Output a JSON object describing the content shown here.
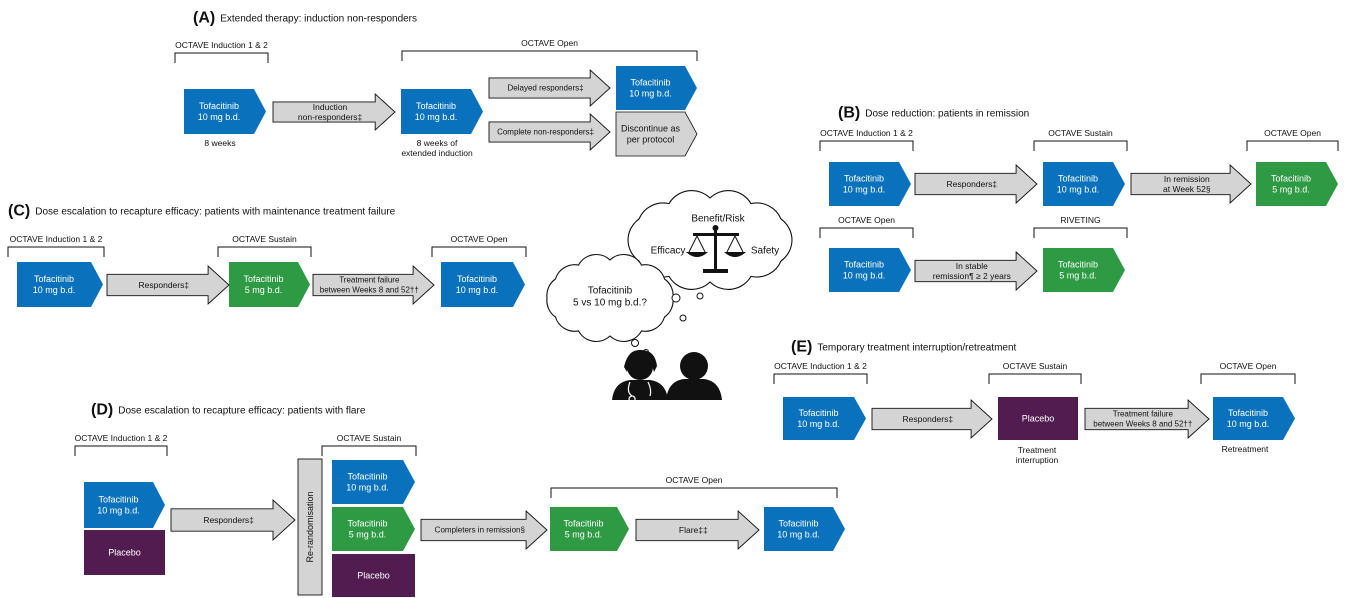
{
  "colors": {
    "blue": "#0a72bd",
    "green": "#2e9a44",
    "purple": "#521c50",
    "grey": "#d4d4d4",
    "stroke": "#111111"
  },
  "panelA": {
    "letter": "(A)",
    "title": "Extended therapy: induction non-responders",
    "ind": "OCTAVE Induction 1 & 2",
    "open": "OCTAVE Open",
    "tofa1": [
      "Tofacitinib",
      "10 mg b.d."
    ],
    "cap1": "8 weeks",
    "nonresp": [
      "Induction",
      "non-responders‡"
    ],
    "tofa2": [
      "Tofacitinib",
      "10 mg b.d."
    ],
    "cap2": [
      "8 weeks of",
      "extended induction"
    ],
    "delayed": "Delayed responders‡",
    "complete": "Complete non-responders‡",
    "tofa3": [
      "Tofacitinib",
      "10 mg b.d."
    ],
    "discontinue": [
      "Discontinue as",
      "per protocol"
    ]
  },
  "panelB": {
    "letter": "(B)",
    "title": "Dose reduction: patients in remission",
    "ind": "OCTAVE Induction 1 & 2",
    "sustain": "OCTAVE Sustain",
    "open": "OCTAVE Open",
    "tofa1": [
      "Tofacitinib",
      "10 mg b.d."
    ],
    "resp": "Responders‡",
    "tofa2": [
      "Tofacitinib",
      "10 mg b.d."
    ],
    "remission": [
      "In remission",
      "at Week 52§"
    ],
    "tofa3": [
      "Tofacitinib",
      "5 mg b.d."
    ],
    "open2": "OCTAVE Open",
    "riveting": "RIVETING",
    "tofa4": [
      "Tofacitinib",
      "10 mg b.d."
    ],
    "stable": [
      "In stable",
      "remission¶ ≥ 2 years"
    ],
    "tofa5": [
      "Tofacitinib",
      "5 mg b.d."
    ]
  },
  "panelC": {
    "letter": "(C)",
    "title": "Dose escalation to recapture efficacy: patients with maintenance treatment failure",
    "ind": "OCTAVE Induction 1 & 2",
    "sustain": "OCTAVE Sustain",
    "open": "OCTAVE Open",
    "tofa1": [
      "Tofacitinib",
      "10 mg b.d."
    ],
    "resp": "Responders‡",
    "tofa2": [
      "Tofacitinib",
      "5 mg b.d."
    ],
    "fail": [
      "Treatment failure",
      "between Weeks 8 and 52††"
    ],
    "tofa3": [
      "Tofacitinib",
      "10 mg b.d."
    ]
  },
  "panelD": {
    "letter": "(D)",
    "title": "Dose escalation to recapture efficacy: patients with flare",
    "ind": "OCTAVE Induction 1 & 2",
    "sustain": "OCTAVE Sustain",
    "open": "OCTAVE Open",
    "tofa1": [
      "Tofacitinib",
      "10 mg b.d."
    ],
    "placebo1": "Placebo",
    "resp": "Responders‡",
    "rerand": "Re-randomisation",
    "s1": [
      "Tofacitinib",
      "10 mg b.d."
    ],
    "s2": [
      "Tofacitinib",
      "5 mg b.d."
    ],
    "s3": "Placebo",
    "completers": "Completers in remission§",
    "tofa2": [
      "Tofacitinib",
      "5 mg b.d."
    ],
    "flare": "Flare‡‡",
    "tofa3": [
      "Tofacitinib",
      "10 mg b.d."
    ]
  },
  "panelE": {
    "letter": "(E)",
    "title": "Temporary treatment interruption/retreatment",
    "ind": "OCTAVE Induction 1 & 2",
    "sustain": "OCTAVE Sustain",
    "open": "OCTAVE Open",
    "tofa1": [
      "Tofacitinib",
      "10 mg b.d."
    ],
    "resp": "Responders‡",
    "placebo": "Placebo",
    "cap_int": [
      "Treatment",
      "interruption"
    ],
    "fail": [
      "Treatment failure",
      "between Weeks 8 and 52††"
    ],
    "tofa2": [
      "Tofacitinib",
      "10 mg b.d."
    ],
    "cap_re": "Retreatment"
  },
  "center": {
    "benefit": "Benefit/Risk",
    "efficacy": "Efficacy",
    "safety": "Safety",
    "tofa": [
      "Tofacitinib",
      "5 vs 10 mg b.d.?"
    ]
  }
}
